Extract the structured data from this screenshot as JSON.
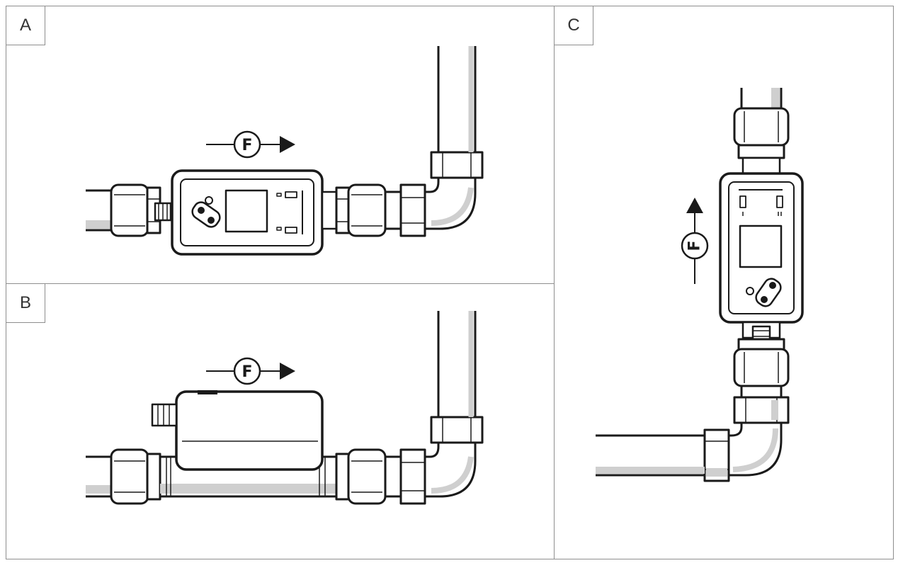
{
  "panels": [
    {
      "label": "A",
      "flow_label": "F"
    },
    {
      "label": "B",
      "flow_label": "F"
    },
    {
      "label": "C",
      "flow_label": "F"
    }
  ],
  "colors": {
    "line": "#1a1a1a",
    "shade": "#cfcfcf",
    "frame": "#8e8e8e"
  }
}
